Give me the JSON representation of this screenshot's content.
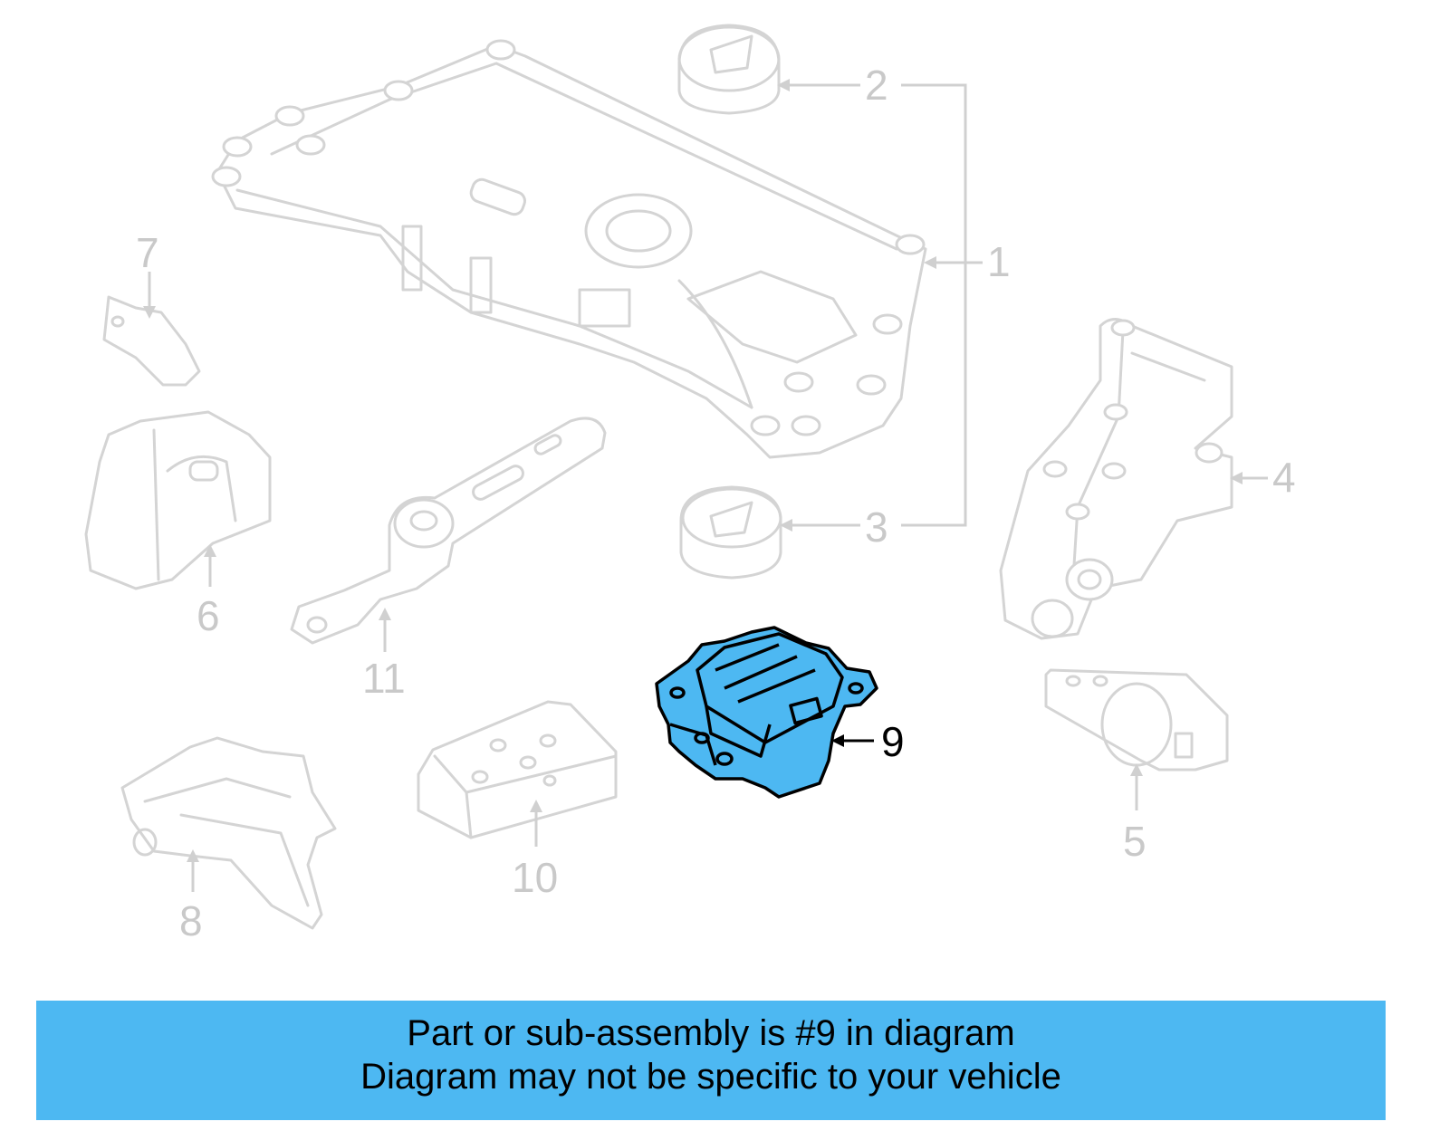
{
  "diagram": {
    "highlight_color": "#4db8f2",
    "ghost_color": "#d4d4d4",
    "callouts": [
      {
        "id": "1",
        "label": "1"
      },
      {
        "id": "2",
        "label": "2"
      },
      {
        "id": "3",
        "label": "3"
      },
      {
        "id": "4",
        "label": "4"
      },
      {
        "id": "5",
        "label": "5"
      },
      {
        "id": "6",
        "label": "6"
      },
      {
        "id": "7",
        "label": "7"
      },
      {
        "id": "8",
        "label": "8"
      },
      {
        "id": "9",
        "label": "9"
      },
      {
        "id": "10",
        "label": "10"
      },
      {
        "id": "11",
        "label": "11"
      }
    ],
    "highlighted_part": "9"
  },
  "banner": {
    "line1": "Part or sub-assembly is #9 in diagram",
    "line2": "Diagram may not be specific to your vehicle",
    "background": "#4db8f2"
  }
}
